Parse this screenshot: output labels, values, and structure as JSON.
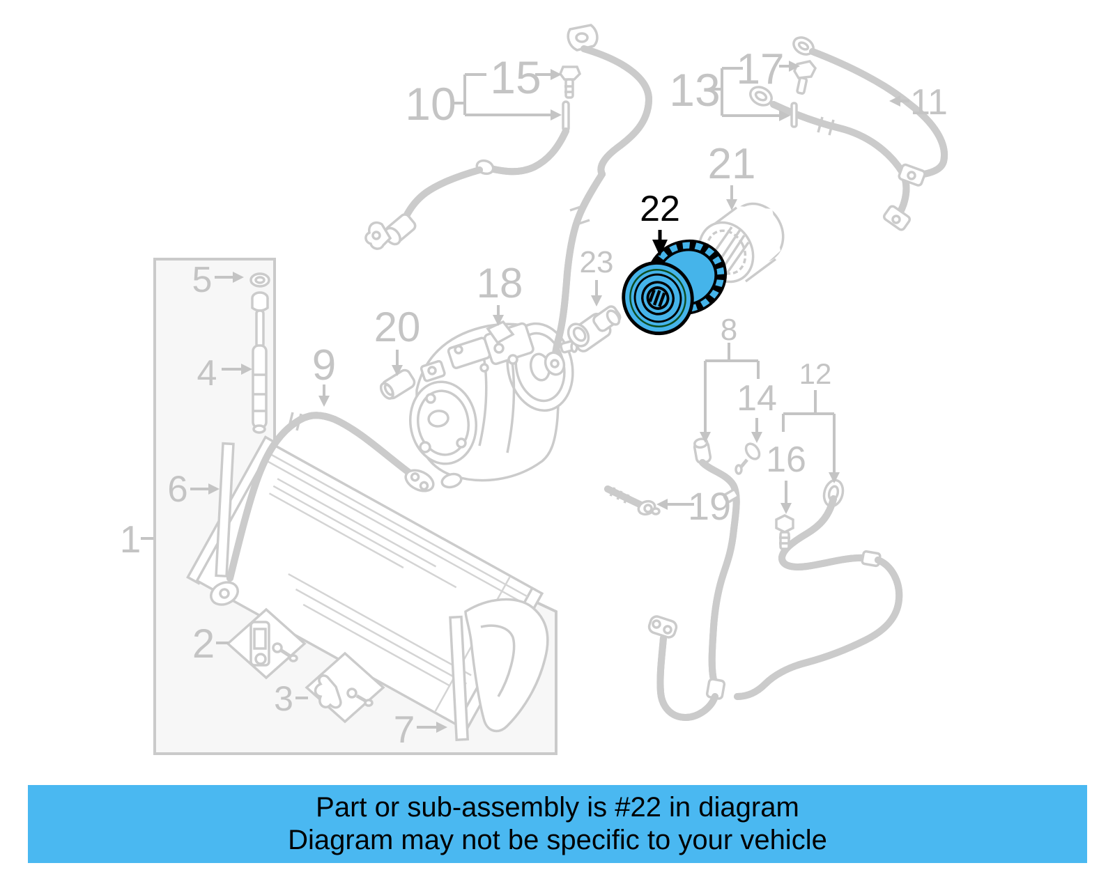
{
  "diagram": {
    "highlighted_part_number": "22",
    "highlight_color": "#45b4ea",
    "line_color": "#cbcbcb",
    "label_color": "#c4c4c4",
    "callouts": [
      {
        "number": "1"
      },
      {
        "number": "2"
      },
      {
        "number": "3"
      },
      {
        "number": "4"
      },
      {
        "number": "5"
      },
      {
        "number": "6"
      },
      {
        "number": "7"
      },
      {
        "number": "8"
      },
      {
        "number": "9"
      },
      {
        "number": "10"
      },
      {
        "number": "11"
      },
      {
        "number": "12"
      },
      {
        "number": "13"
      },
      {
        "number": "14"
      },
      {
        "number": "15"
      },
      {
        "number": "16"
      },
      {
        "number": "17"
      },
      {
        "number": "18"
      },
      {
        "number": "19"
      },
      {
        "number": "20"
      },
      {
        "number": "21"
      },
      {
        "number": "22"
      },
      {
        "number": "23"
      }
    ]
  },
  "banner": {
    "line1": "Part or sub-assembly is #22 in diagram",
    "line2": "Diagram may not be specific to your vehicle",
    "background_color": "#4ab8f1",
    "text_color": "#000000"
  }
}
